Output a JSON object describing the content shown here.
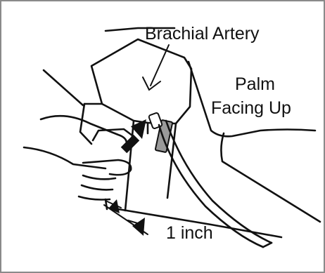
{
  "labels": {
    "artery": "Brachial Artery",
    "palm_line1": "Palm",
    "palm_line2": "Facing Up",
    "distance": "1 inch"
  },
  "colors": {
    "ink": "#111111",
    "cuff_marker": "#9a9a9a",
    "border": "#8a8a8a"
  },
  "icons": {
    "position_arrow": "arrow-up-right-icon",
    "artery_pointer": "arrow-down-icon",
    "measurement_arrows": "double-arrow-icon"
  }
}
